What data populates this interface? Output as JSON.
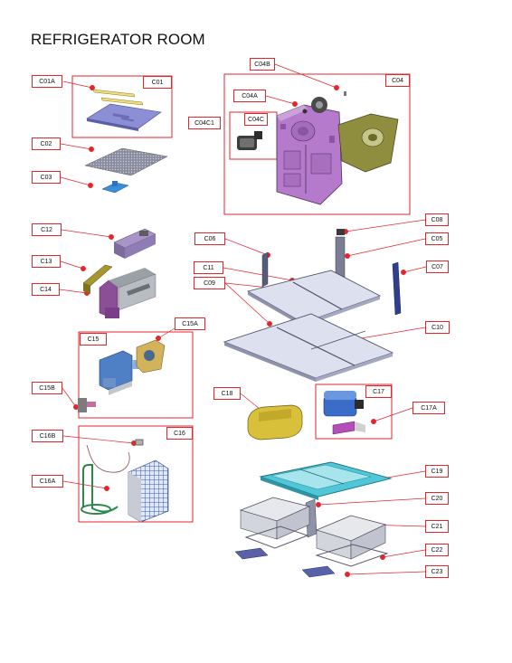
{
  "title": "REFRIGERATOR ROOM",
  "accent": "#e3262c",
  "labels": {
    "C01A": "C01A",
    "C01": "C01",
    "C02": "C02",
    "C03": "C03",
    "C04B": "C04B",
    "C04": "C04",
    "C04A": "C04A",
    "C04C1": "C04C1",
    "C04C": "C04C",
    "C12": "C12",
    "C13": "C13",
    "C14": "C14",
    "C15": "C15",
    "C15A": "C15A",
    "C15B": "C15B",
    "C16B": "C16B",
    "C16": "C16",
    "C16A": "C16A",
    "C06": "C06",
    "C08": "C08",
    "C05": "C05",
    "C07": "C07",
    "C11": "C11",
    "C09": "C09",
    "C10": "C10",
    "C18": "C18",
    "C17": "C17",
    "C17A": "C17A",
    "C19": "C19",
    "C20": "C20",
    "C21": "C21",
    "C22": "C22",
    "C23": "C23"
  }
}
